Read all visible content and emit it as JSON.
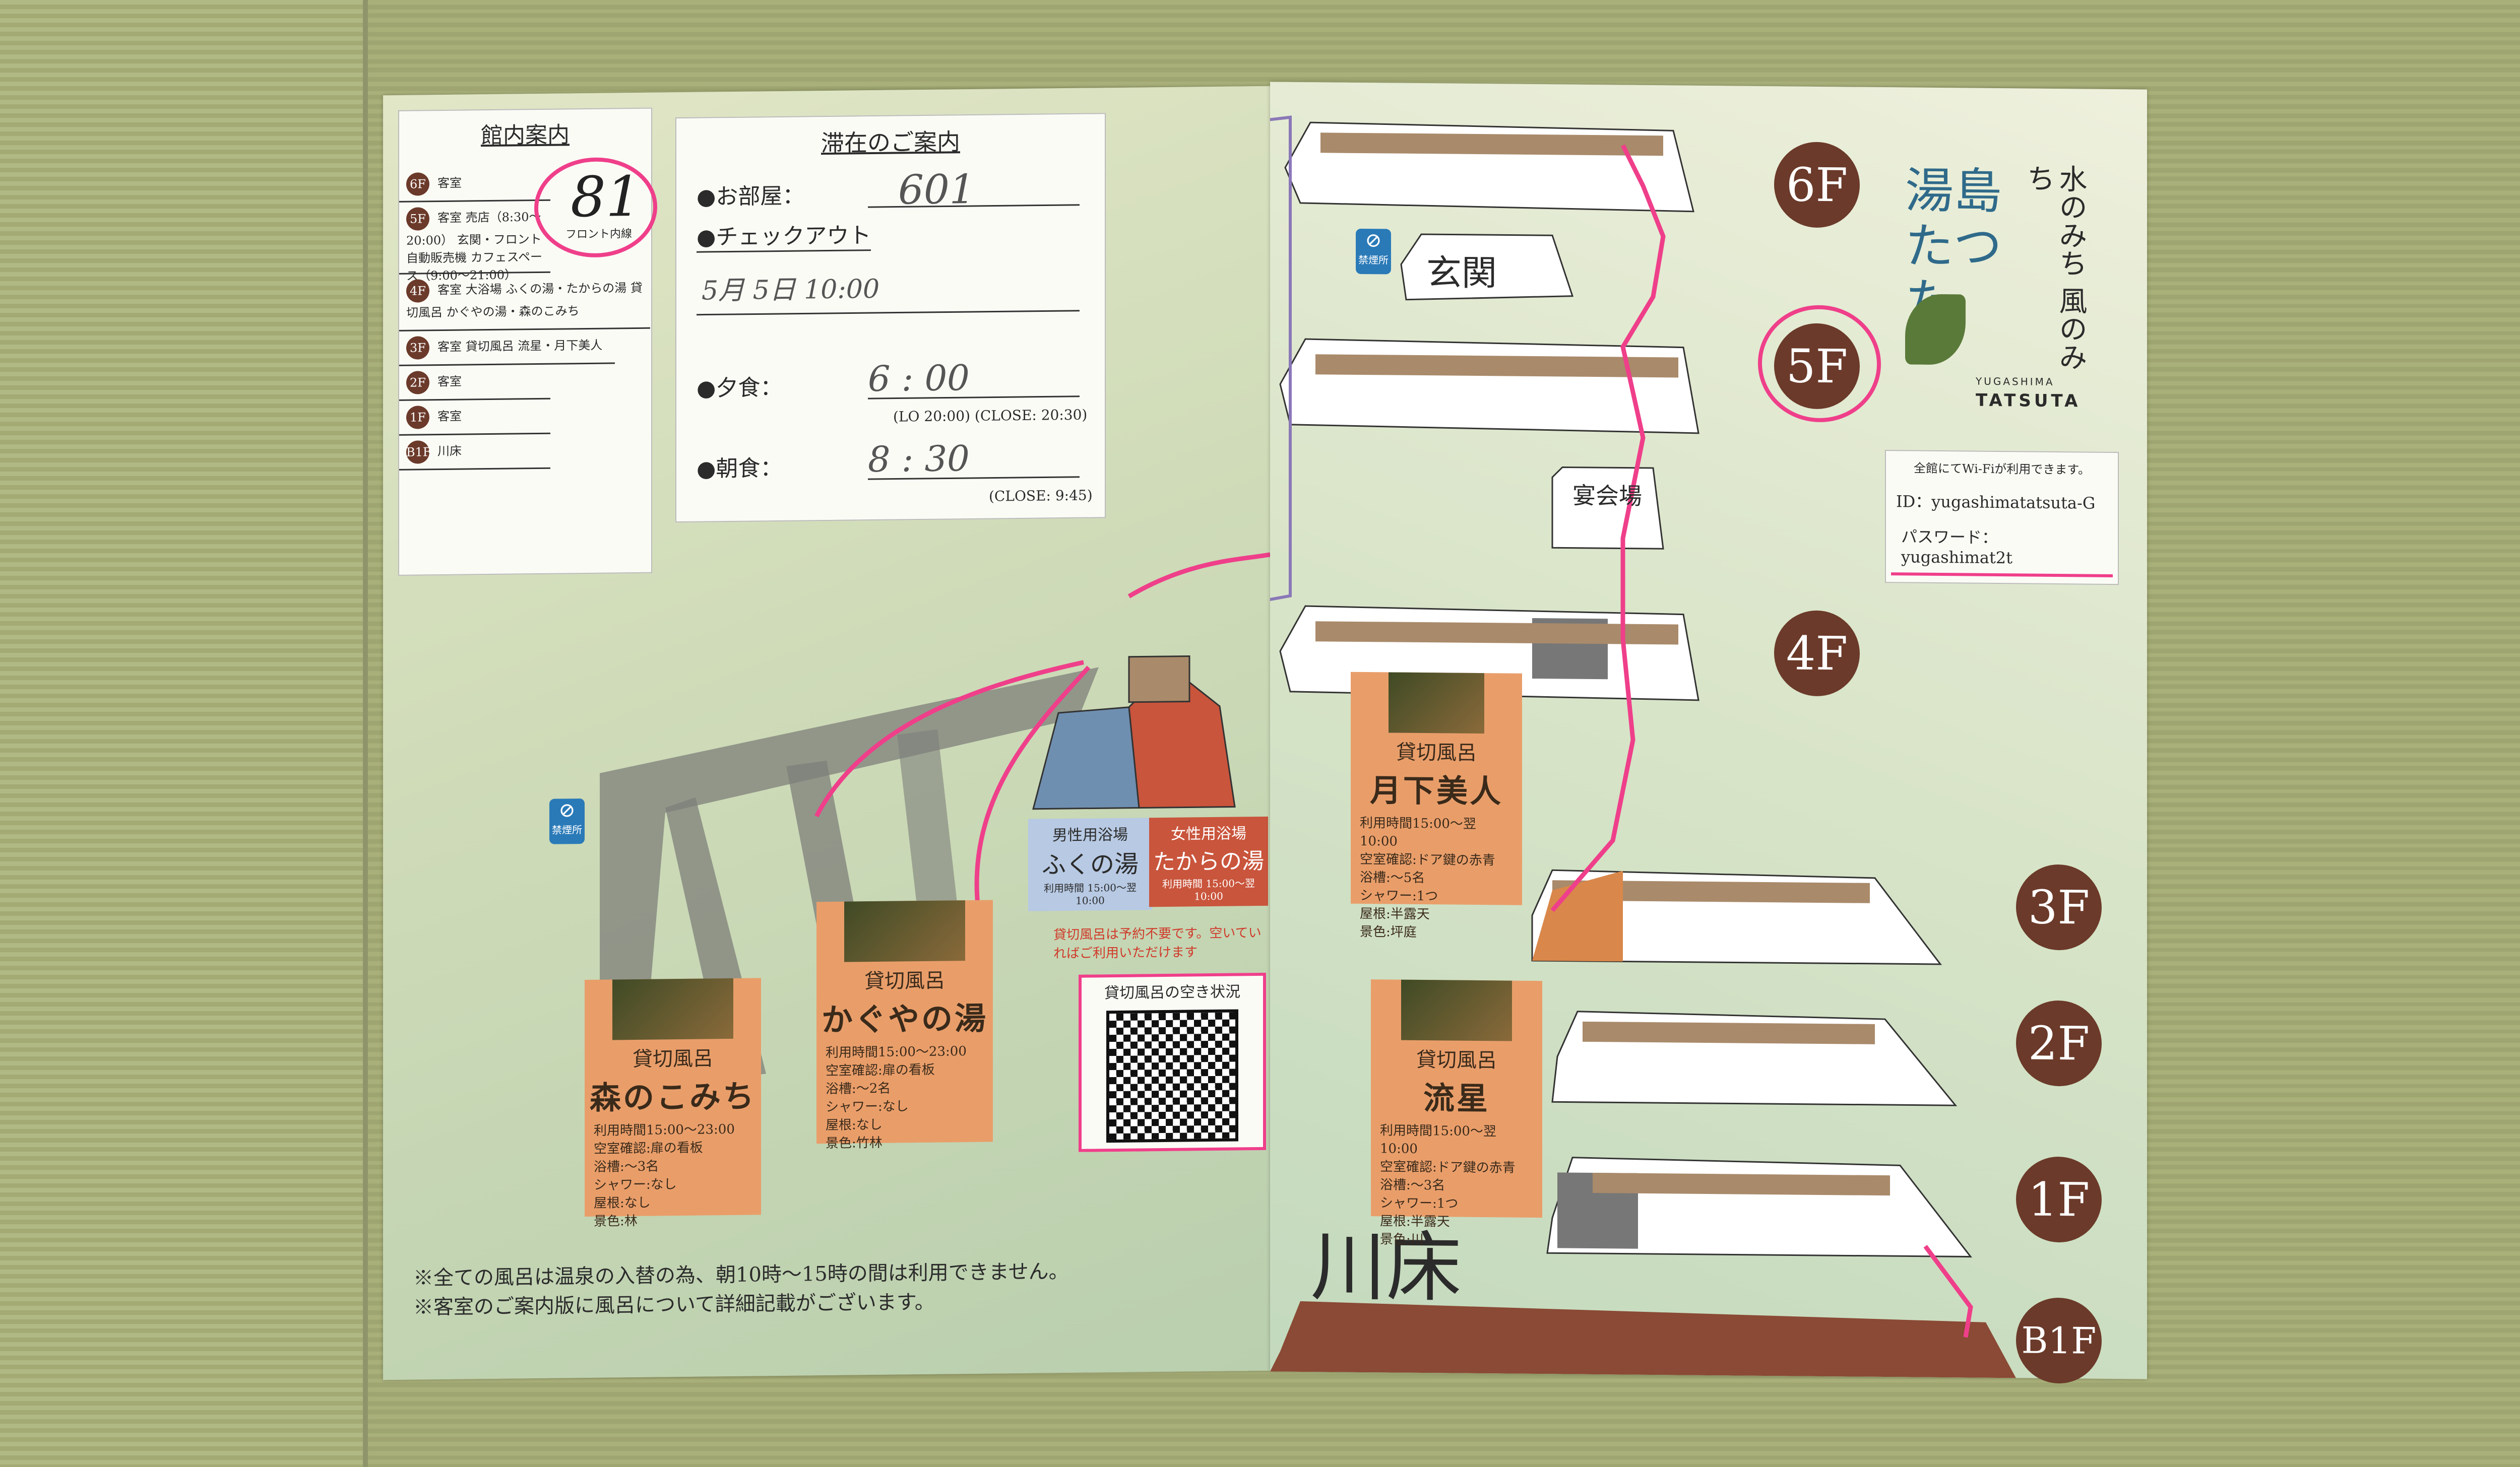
{
  "guide_card": {
    "title": "館内案内",
    "handwritten_number": "81",
    "front_note": "フロント内線",
    "rows": [
      {
        "floor": "6F",
        "text": "客室"
      },
      {
        "floor": "5F",
        "text": "客室 売店（8:30〜20:00） 玄関・フロント 自動販売機 カフェスペース（9:00〜21:00）"
      },
      {
        "floor": "4F",
        "text": "客室 大浴場 ふくの湯・たからの湯 貸切風呂 かぐやの湯・森のこみち"
      },
      {
        "floor": "3F",
        "text": "客室 貸切風呂 流星・月下美人"
      },
      {
        "floor": "2F",
        "text": "客室"
      },
      {
        "floor": "1F",
        "text": "客室"
      },
      {
        "floor": "B1F",
        "text": "川床"
      }
    ]
  },
  "stay_card": {
    "title": "滞在のご案内",
    "room_label": "●お部屋：",
    "room_value": "601",
    "checkout_label": "●チェックアウト",
    "checkout_value": "5月 5日 10:00",
    "dinner_label": "●夕食：",
    "dinner_value": "6 : 00",
    "dinner_note": "(LO 20:00) (CLOSE: 20:30)",
    "breakfast_label": "●朝食：",
    "breakfast_value": "8 : 30",
    "breakfast_note": "(CLOSE: 9:45)"
  },
  "baths": {
    "male": {
      "label": "男性用浴場",
      "name": "ふくの湯",
      "hours": "利用時間 15:00〜翌10:00"
    },
    "female": {
      "label": "女性用浴場",
      "name": "たからの湯",
      "hours": "利用時間 15:00〜翌10:00"
    },
    "reservation_note": "貸切風呂は予約不要です。空いていればご利用いただけます",
    "qr_title": "貸切風呂の空き状況"
  },
  "private_baths": [
    {
      "label": "貸切風呂",
      "name": "森のこみち",
      "lines": [
        "利用時間15:00〜23:00",
        "空室確認:扉の看板",
        "浴槽:〜3名",
        "シャワー:なし",
        "屋根:なし",
        "景色:林"
      ]
    },
    {
      "label": "貸切風呂",
      "name": "かぐやの湯",
      "lines": [
        "利用時間15:00〜23:00",
        "空室確認:扉の看板",
        "浴槽:〜2名",
        "シャワー:なし",
        "屋根:なし",
        "景色:竹林"
      ]
    },
    {
      "label": "貸切風呂",
      "name": "月下美人",
      "lines": [
        "利用時間15:00〜翌10:00",
        "空室確認:ドア鍵の赤青",
        "浴槽:〜5名",
        "シャワー:1つ",
        "屋根:半露天",
        "景色:坪庭"
      ]
    },
    {
      "label": "貸切風呂",
      "name": "流星",
      "lines": [
        "利用時間15:00〜翌10:00",
        "空室確認:ドア鍵の赤青",
        "浴槽:〜3名",
        "シャワー:1つ",
        "屋根:半露天",
        "景色:川"
      ]
    }
  ],
  "footnotes": [
    "※全ての風呂は温泉の入替の為、朝10時〜15時の間は利用できません。",
    "※客室のご案内版に風呂について詳細記載がございます。"
  ],
  "map_labels": {
    "entrance": "玄関",
    "banquet": "宴会場",
    "riverbed": "川床",
    "nosmoke": "禁煙所"
  },
  "floors": [
    "6F",
    "5F",
    "4F",
    "3F",
    "2F",
    "1F",
    "B1F"
  ],
  "logo": {
    "brand_jp": "湯島 たつた",
    "tagline": "水のみち 風のみち",
    "brand_en_top": "YUGASHIMA",
    "brand_en": "TATSUTA"
  },
  "wifi": {
    "note": "全館にてWi-Fiが利用できます。",
    "id": "ID：yugashimatatsuta-G",
    "password": "パスワード：yugashimat2t"
  },
  "colors": {
    "badge": "#6b3a2a",
    "bath_card": "#e99e6a",
    "pink_marker": "#ef3f8a",
    "corridor": "#a98a6a"
  }
}
